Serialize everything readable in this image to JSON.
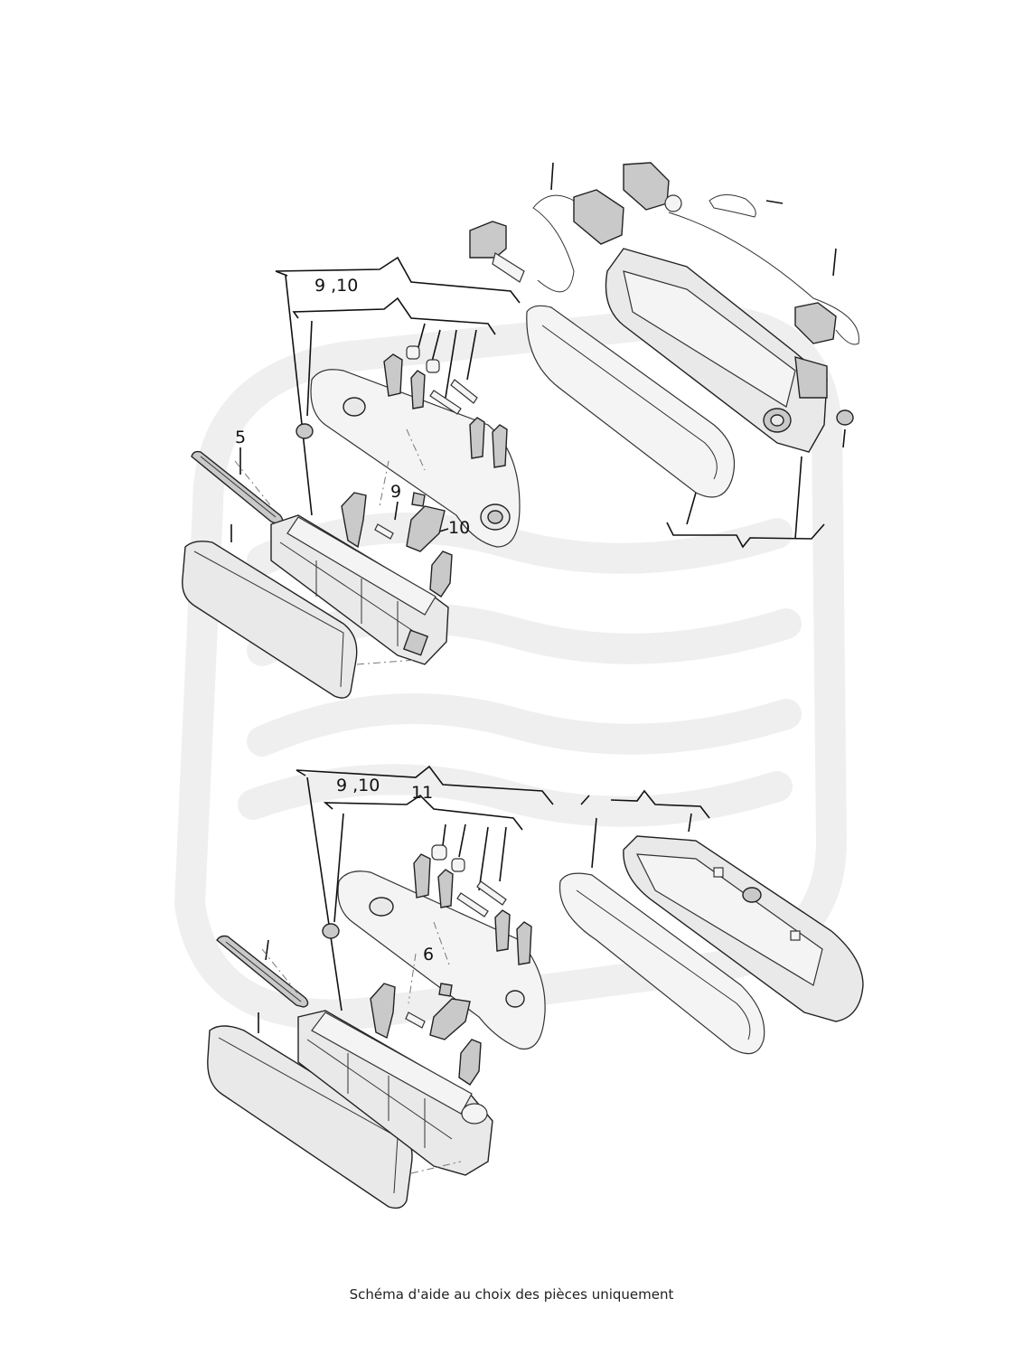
{
  "caption": "Schéma d'aide au choix des pièces uniquement",
  "watermark_color": "#f1f1f1",
  "labels": {
    "upper_9_10": "9 ,10",
    "upper_5": "5",
    "upper_9": "9",
    "upper_10": "10",
    "lower_9_10": "9 ,10",
    "lower_11": "11",
    "lower_6": "6"
  }
}
